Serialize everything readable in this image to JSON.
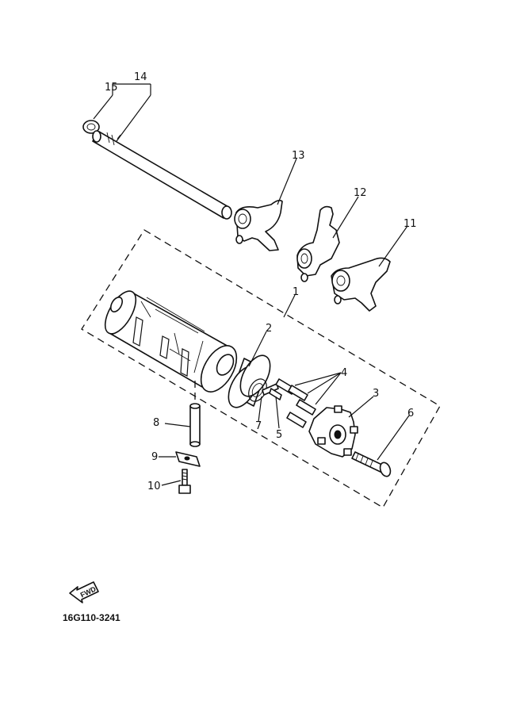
{
  "callouts": {
    "c1": "1",
    "c2": "2",
    "c3": "3",
    "c4": "4",
    "c5": "5",
    "c6": "6",
    "c7": "7",
    "c8": "8",
    "c9": "9",
    "c10": "10",
    "c11": "11",
    "c12": "12",
    "c13": "13",
    "c14": "14",
    "c15": "15"
  },
  "fwd_label": "FWD",
  "drawing_code": "16G110-3241"
}
